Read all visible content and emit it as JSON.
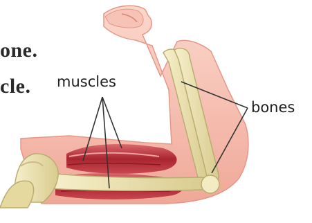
{
  "text_lines": [
    "one.",
    "cle."
  ],
  "labels": {
    "muscles": "muscles",
    "bones": "bones"
  },
  "colors": {
    "skin": "#f3b2a4",
    "skin_light": "#fbd7cc",
    "muscle": "#b8323a",
    "muscle_light": "#e27a7a",
    "bone": "#efe6b8",
    "bone_shadow": "#c9bd83",
    "leader_line": "#333333"
  }
}
